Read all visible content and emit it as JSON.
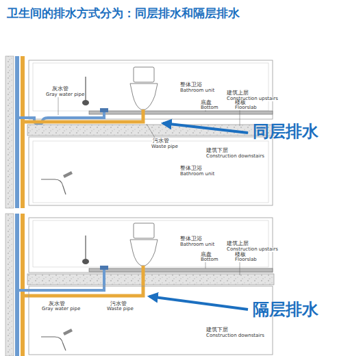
{
  "diagram": {
    "title": "卫生间的排水方式分为：同层排水和隔层排水",
    "labels": [
      "灰水管",
      "Gray water pipe",
      "整体卫浴",
      "Bathroom unit",
      "建筑上层",
      "Construction upstairs",
      "底盘",
      "Bottom",
      "楼板",
      "Floorslab",
      "污水管",
      "Waste pipe",
      "同层排水",
      "建筑下层",
      "Construction downstairs",
      "整体卫浴",
      "Bathroom unit",
      "整体卫浴",
      "Bathroom unit",
      "建筑上层",
      "Construction upstairs",
      "底盘",
      "Bottom",
      "楼板",
      "Floorslab",
      "灰水管",
      "Gray water pipe",
      "污水管",
      "Waste pipe",
      "建筑下层",
      "Construction downstairs",
      "隔层排水"
    ]
  }
}
